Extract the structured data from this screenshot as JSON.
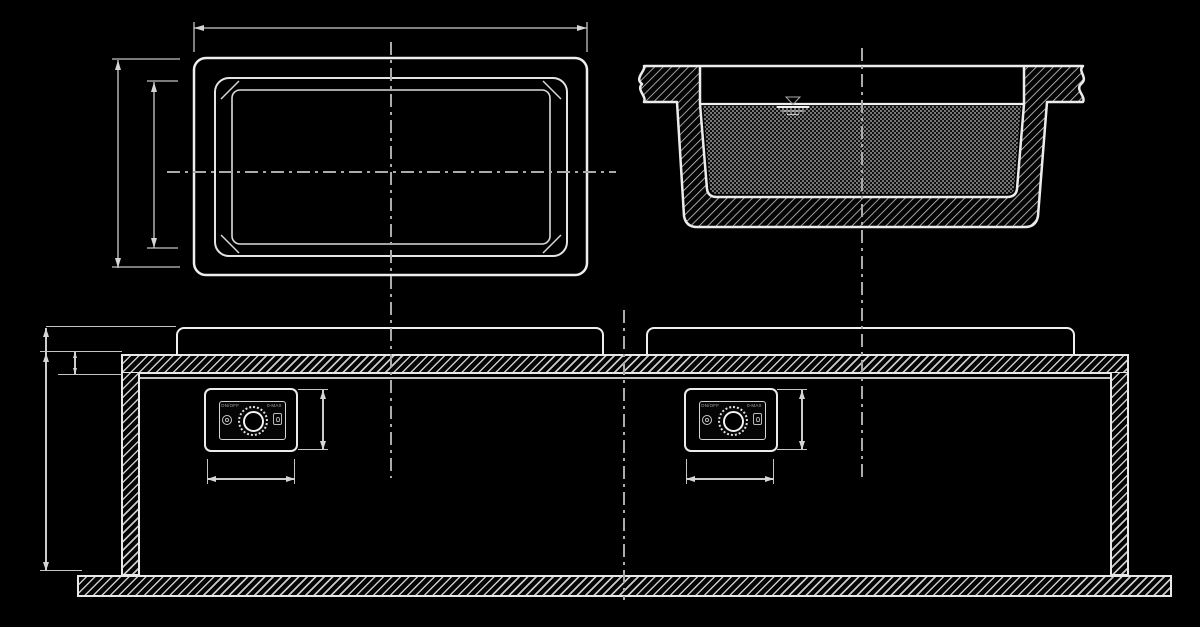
{
  "drawing": {
    "views": {
      "plan": "pan-top-view",
      "section": "basin-cross-section-with-water",
      "elevation": "counter-front-elevation"
    },
    "colors": {
      "background": "#000000",
      "outline": "#ececec",
      "dimension": "#c4c4c4",
      "centerline": "#ababab",
      "hatch": "#c9c9c9",
      "water": "#787878"
    },
    "icons": {
      "power_indicator": "circle-dot-indicator",
      "heat_setting": "flame-box-icon",
      "water_level": "level-symbol"
    }
  },
  "panels": {
    "left": {
      "label_left": "ON/OFF",
      "label_right": "0-MAX"
    },
    "right": {
      "label_left": "ON/OFF",
      "label_right": "0-MAX"
    }
  }
}
